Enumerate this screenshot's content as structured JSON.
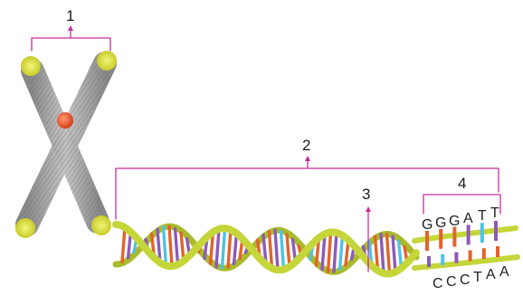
{
  "labels": {
    "chromosome": "1",
    "dna_molecule": "2",
    "gene": "3",
    "base_sequence": "4"
  },
  "dna": {
    "top_strand": [
      "G",
      "G",
      "G",
      "A",
      "T",
      "T"
    ],
    "bottom_strand": [
      "C",
      "C",
      "C",
      "T",
      "A",
      "A"
    ]
  },
  "colors": {
    "label_lines": "#cc2c9a",
    "backbone": "#c5d63a",
    "chromosome": "#9a9a9a",
    "chromosome_tips": "#e4e84c",
    "centromere": "#e8552a",
    "base_orange": "#e2632b",
    "base_purple": "#8c5ab8",
    "base_blue": "#4fc2e5"
  }
}
